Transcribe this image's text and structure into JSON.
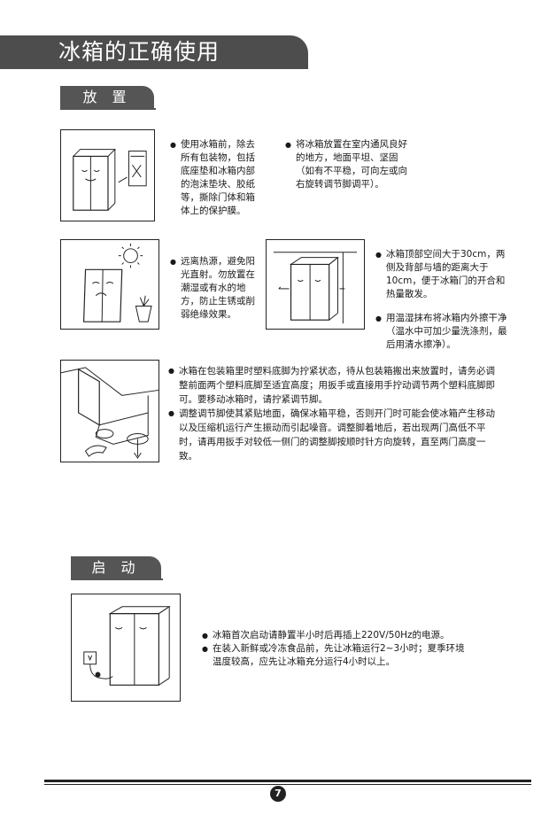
{
  "page_title": "冰箱的正确使用",
  "sections": {
    "placement": {
      "label": "放 置"
    },
    "startup": {
      "label": "启 动"
    }
  },
  "blocks": {
    "b1": {
      "left": "使用冰箱前，除去所有包装物，包括底座垫和冰箱内部的泡沫垫块、胶纸等，撕除门体和箱体上的保护膜。",
      "right": "将冰箱放置在室内通风良好的地方，地面平坦、坚固（如有不平稳，可向左或向右旋转调节脚调平）。"
    },
    "b2": {
      "left": "远离热源，避免阳光直射。勿放置在潮湿或有水的地方，防止生锈或削弱绝缘效果。",
      "right1": "冰箱顶部空间大于30cm，两侧及背部与墙的距离大于10cm，便于冰箱门的开合和热量散发。",
      "right2": "用温湿抹布将冰箱内外擦干净（温水中可加少量洗涤剂，最后用清水擦净）。"
    },
    "b3": {
      "item1": "冰箱在包装箱里时塑料底脚为拧紧状态，待从包装箱搬出来放置时，请务必调整前面两个塑料底脚至适宜高度；用扳手或直接用手拧动调节两个塑料底脚即可。要移动冰箱时，请拧紧调节脚。",
      "item2": "调整调节脚使其紧贴地面，确保冰箱平稳，否则开门时可能会使冰箱产生移动以及压缩机运行产生振动而引起噪音。调整脚着地后，若出现两门高低不平时，请再用扳手对较低一侧门的调整脚按顺时针方向旋转，直至两门高度一致。"
    },
    "b4": {
      "item1": "冰箱首次启动请静置半小时后再插上220V/50Hz的电源。",
      "item2": "在装入新鲜或冷冻食品前，先让冰箱运行2~3小时；夏季环境温度较高，应先让冰箱充分运行4小时以上。"
    }
  },
  "page_number": "7"
}
